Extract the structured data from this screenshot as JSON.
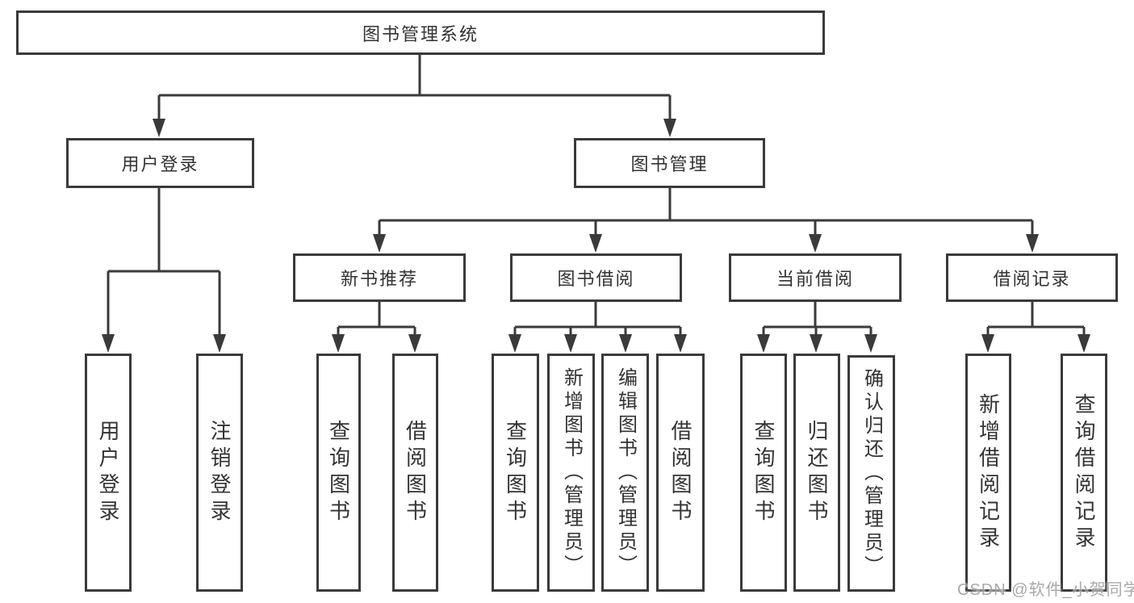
{
  "tree": {
    "label": "图书管理系统",
    "children": [
      {
        "label": "用户登录",
        "children": [
          {
            "label": "用户登录"
          },
          {
            "label": "注销登录"
          }
        ]
      },
      {
        "label": "图书管理",
        "children": [
          {
            "label": "新书推荐",
            "children": [
              {
                "label": "查询图书"
              },
              {
                "label": "借阅图书"
              }
            ]
          },
          {
            "label": "图书借阅",
            "children": [
              {
                "label": "查询图书"
              },
              {
                "label": "新增图书（管理员）"
              },
              {
                "label": "编辑图书（管理员）"
              },
              {
                "label": "借阅图书"
              }
            ]
          },
          {
            "label": "当前借阅",
            "children": [
              {
                "label": "查询图书"
              },
              {
                "label": "归还图书"
              },
              {
                "label": "确认归还（管理员）"
              }
            ]
          },
          {
            "label": "借阅记录",
            "children": [
              {
                "label": "新增借阅记录"
              },
              {
                "label": "查询借阅记录"
              }
            ]
          }
        ]
      }
    ]
  },
  "watermark": {
    "text": "CSDN @软件_小贺同学"
  },
  "colors": {
    "line": "#3a3a3a",
    "text": "#333333",
    "background": "#ffffff",
    "watermark_text": "#a0a0a0"
  }
}
